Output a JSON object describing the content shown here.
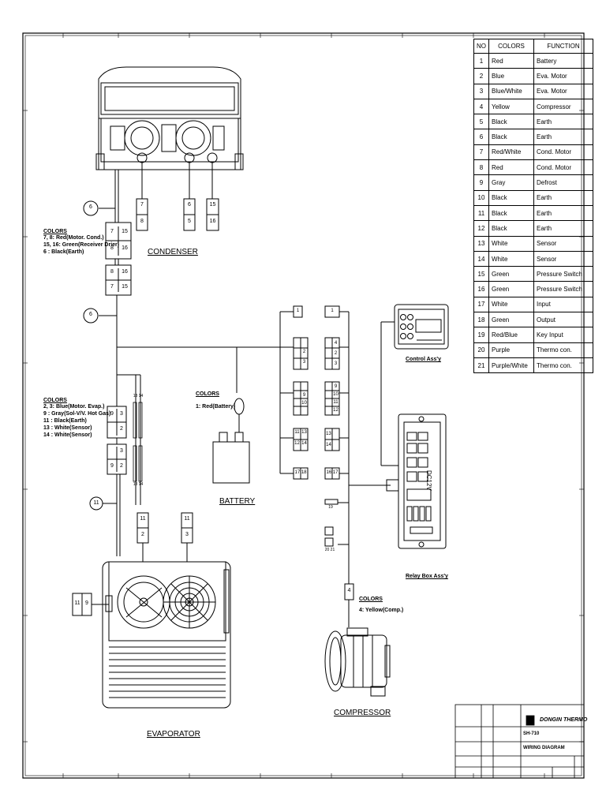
{
  "table": {
    "headers": [
      "NO",
      "COLORS",
      "FUNCTION"
    ],
    "rows": [
      [
        "1",
        "Red",
        "Battery"
      ],
      [
        "2",
        "Blue",
        "Eva. Motor"
      ],
      [
        "3",
        "Blue/White",
        "Eva. Motor"
      ],
      [
        "4",
        "Yellow",
        "Compressor"
      ],
      [
        "5",
        "Black",
        "Earth"
      ],
      [
        "6",
        "Black",
        "Earth"
      ],
      [
        "7",
        "Red/White",
        "Cond. Motor"
      ],
      [
        "8",
        "Red",
        "Cond. Motor"
      ],
      [
        "9",
        "Gray",
        "Defrost"
      ],
      [
        "10",
        "Black",
        "Earth"
      ],
      [
        "11",
        "Black",
        "Earth"
      ],
      [
        "12",
        "Black",
        "Earth"
      ],
      [
        "13",
        "White",
        "Sensor"
      ],
      [
        "14",
        "White",
        "Sensor"
      ],
      [
        "15",
        "Green",
        "Pressure Switch"
      ],
      [
        "16",
        "Green",
        "Pressure Switch"
      ],
      [
        "17",
        "White",
        "Input"
      ],
      [
        "18",
        "Green",
        "Output"
      ],
      [
        "19",
        "Red/Blue",
        "Key Input"
      ],
      [
        "20",
        "Purple",
        "Thermo con."
      ],
      [
        "21",
        "Purple/White",
        "Thermo con."
      ]
    ]
  },
  "labels": {
    "condenser": "CONDENSER",
    "evaporator": "EVAPORATOR",
    "battery": "BATTERY",
    "compressor": "COMPRESSOR",
    "control": "Control Ass'y",
    "relay": "Relay Box Ass'y",
    "relay_text": "DC12V"
  },
  "notes": {
    "condenser": {
      "title": "COLORS",
      "lines": [
        "7, 8: Red(Motor. Cond.)",
        "15, 16: Green(Receiver Drier)",
        "6   : Black(Earth)"
      ]
    },
    "evaporator": {
      "title": "COLORS",
      "lines": [
        "2, 3: Blue(Motor. Evap.)",
        "9   : Gray(Sol-V/V. Hot Gas)",
        "11 : Black(Earth)",
        "13 : White(Sensor)",
        "14 : White(Sensor)"
      ]
    },
    "battery": {
      "title": "COLORS",
      "lines": [
        "1: Red(Battery)"
      ]
    },
    "compressor": {
      "title": "COLORS",
      "lines": [
        "4: Yellow(Comp.)"
      ]
    }
  },
  "pins": {
    "cond_c1": [
      "7",
      "8"
    ],
    "cond_c2": [
      "6",
      "5"
    ],
    "cond_c3": [
      "15",
      "16"
    ],
    "cond_block_a": [
      "7",
      "15",
      "8",
      "16"
    ],
    "cond_block_b": [
      "8",
      "16",
      "7",
      "15"
    ],
    "ground_top": "6",
    "ground_mid": "6",
    "ground_evap": "11",
    "evap_block_a": [
      "9",
      "3",
      "",
      "2"
    ],
    "evap_block_b": [
      "",
      "3",
      "9",
      "2"
    ],
    "evap_c1": [
      "11",
      "2"
    ],
    "evap_c2": [
      "11",
      "3"
    ],
    "evap_side": [
      "11",
      "9"
    ],
    "wire_tag_a": "13 14",
    "wire_tag_b": "13 14",
    "comp_conn": "4",
    "left_col": [
      "1",
      "2\n3",
      "9\n10",
      "11\n12",
      "13\n14",
      "17 18"
    ],
    "right_col": [
      "1",
      "4\n2\n3",
      "9\n10\n11\n12",
      "13\n14",
      "16 17"
    ],
    "misc": [
      "19",
      "20 21"
    ]
  },
  "title_block": {
    "company": "DONGIN THERMO",
    "model": "SH-710",
    "drawing": "WIRING DIAGRAM"
  }
}
